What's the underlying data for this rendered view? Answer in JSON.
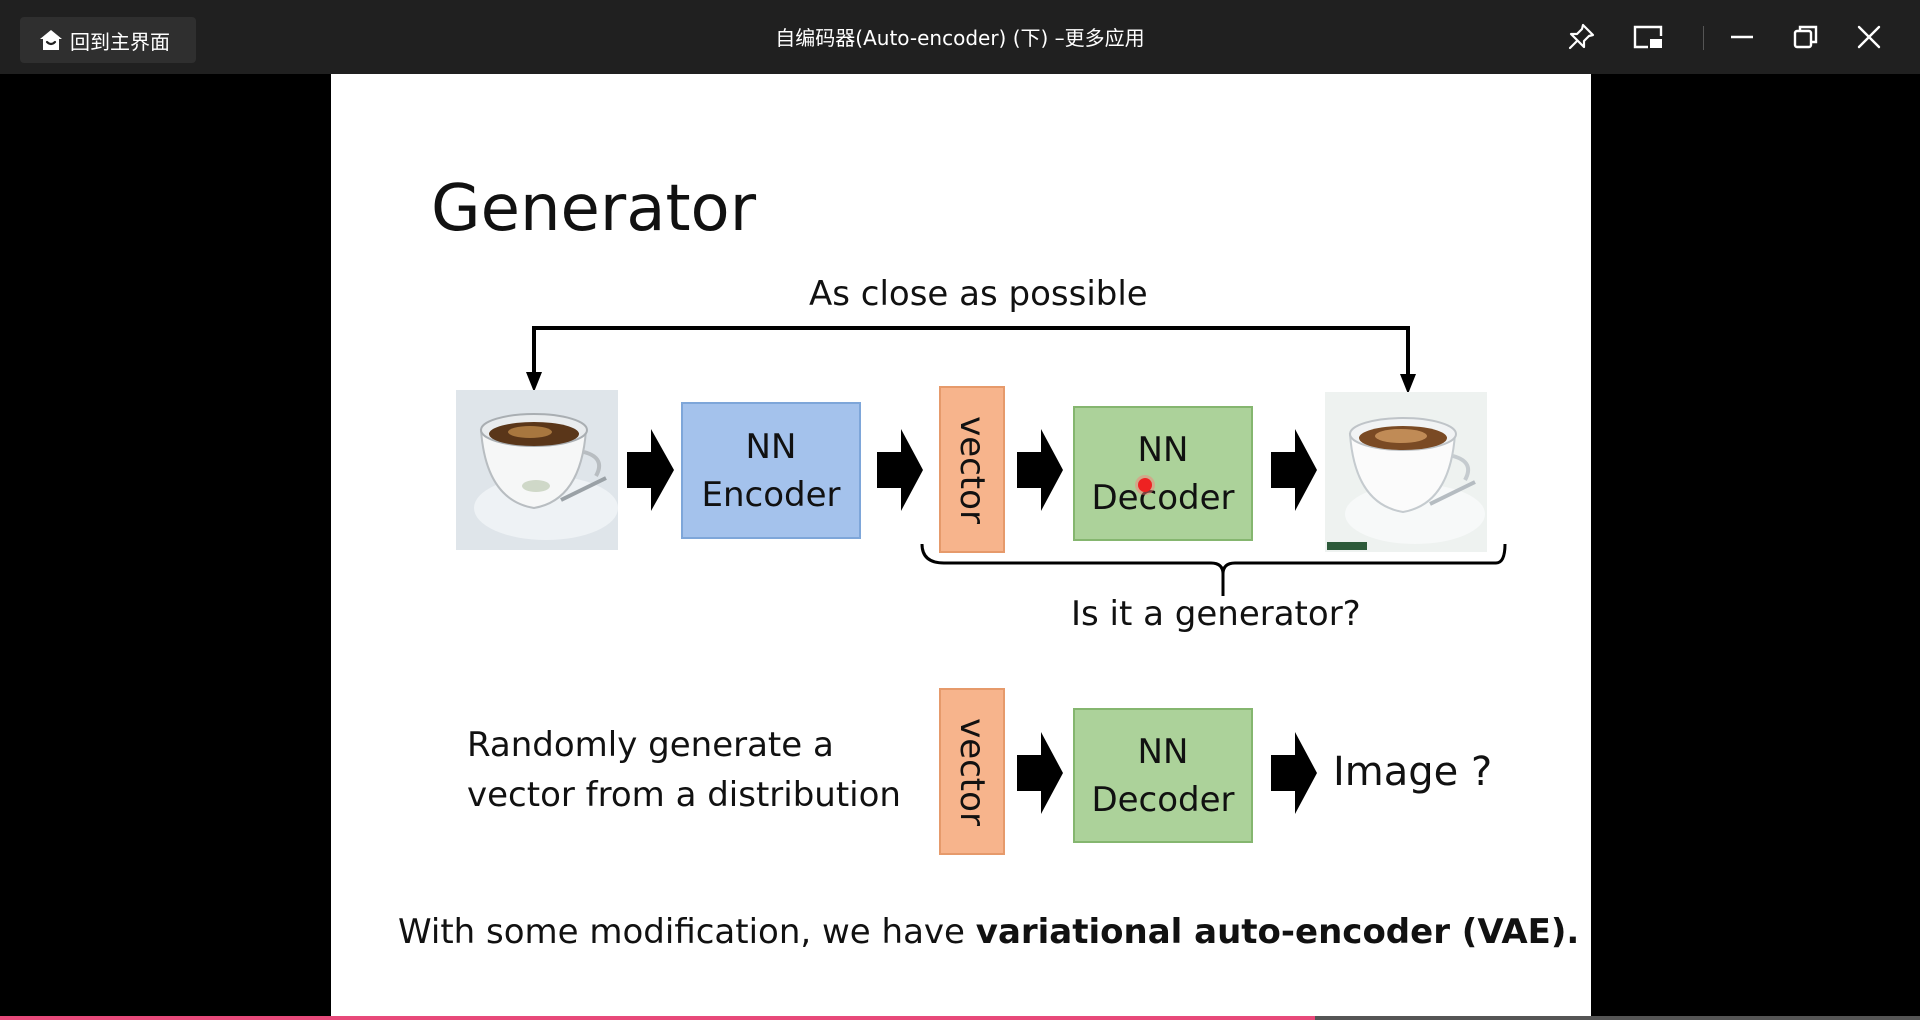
{
  "app": {
    "home_button_label": "回到主界面",
    "window_title": "自编码器(Auto-encoder) (下) –更多应用",
    "icons": [
      "home-icon",
      "pin-icon",
      "mini-player-icon",
      "minimize-icon",
      "restore-icon",
      "close-icon"
    ]
  },
  "slide": {
    "heading": "Generator",
    "close_label": "As close as possible",
    "encoder_label": "NN\nEncoder",
    "vector_label": "vector",
    "decoder_label": "NN\nDecoder",
    "question_label": "Is it a generator?",
    "random_label": "Randomly generate a\nvector from a distribution",
    "image_label": "Image ?",
    "vae_prefix": "With some modification, we have ",
    "vae_bold": "variational auto-encoder (VAE)."
  },
  "player": {
    "progress_fraction": 0.685,
    "progress_color": "#e8497a"
  }
}
